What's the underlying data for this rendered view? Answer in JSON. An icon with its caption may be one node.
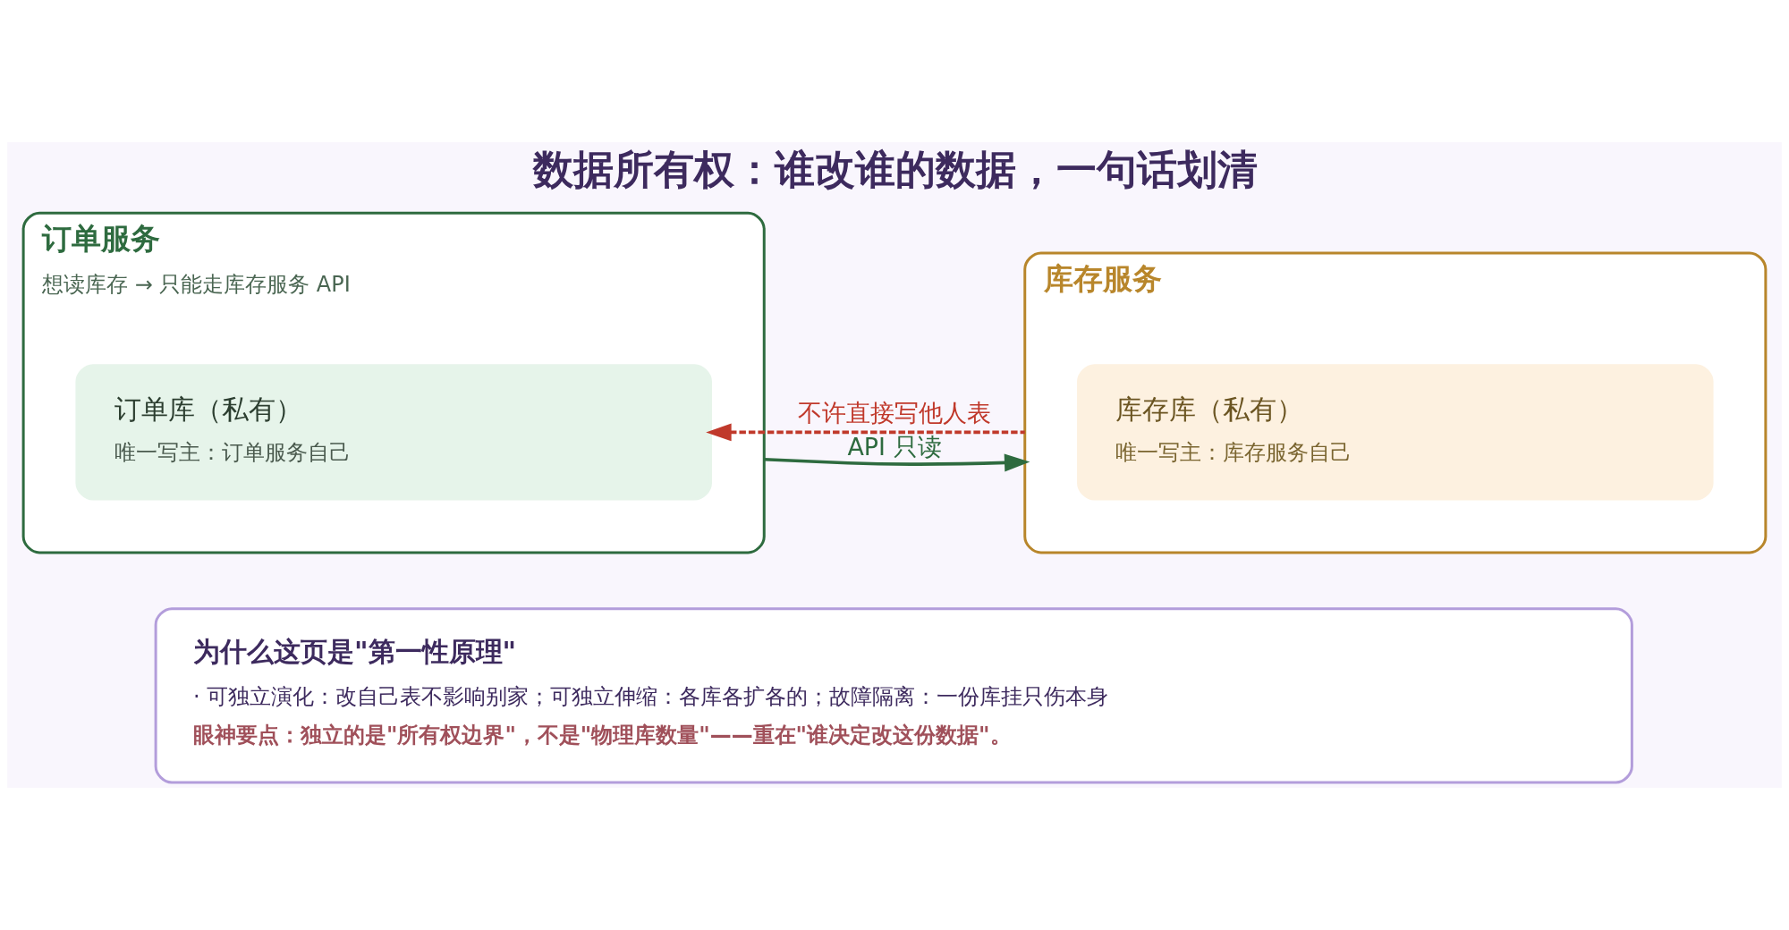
{
  "diagram": {
    "title": "数据所有权：谁改谁的数据，一句话划清",
    "nodes": [
      {
        "text": [
          "订单服务",
          "想读库存 → 只能走库存服务 API"
        ]
      },
      {
        "text": [
          "订单库（私有）",
          "唯一写主：订单服务自己"
        ],
        "in": 0
      },
      {
        "text": [
          "库存服务"
        ]
      },
      {
        "text": [
          "库存库（私有）",
          "唯一写主：库存服务自己"
        ],
        "in": 2
      },
      {
        "text": [
          "为什么这页是\"第一性原理\"",
          "· 可独立演化：改自己表不影响别家；可独立伸缩：各库各扩各的；故障隔离：一份库挂只伤本身",
          "眼神要点：独立的是\"所有权边界\"，不是\"物理库数量\"——重在\"谁决定改这份数据\"。"
        ]
      }
    ],
    "edges": [
      {
        "from": 0,
        "to": 2,
        "arrow": "to",
        "label": "API 只读",
        "color": "#2e6b3f"
      },
      {
        "from": 2,
        "to": 1,
        "arrow": "to",
        "label": "不许直接写他人表",
        "style": "dashed",
        "color": "#c0392b"
      }
    ]
  }
}
